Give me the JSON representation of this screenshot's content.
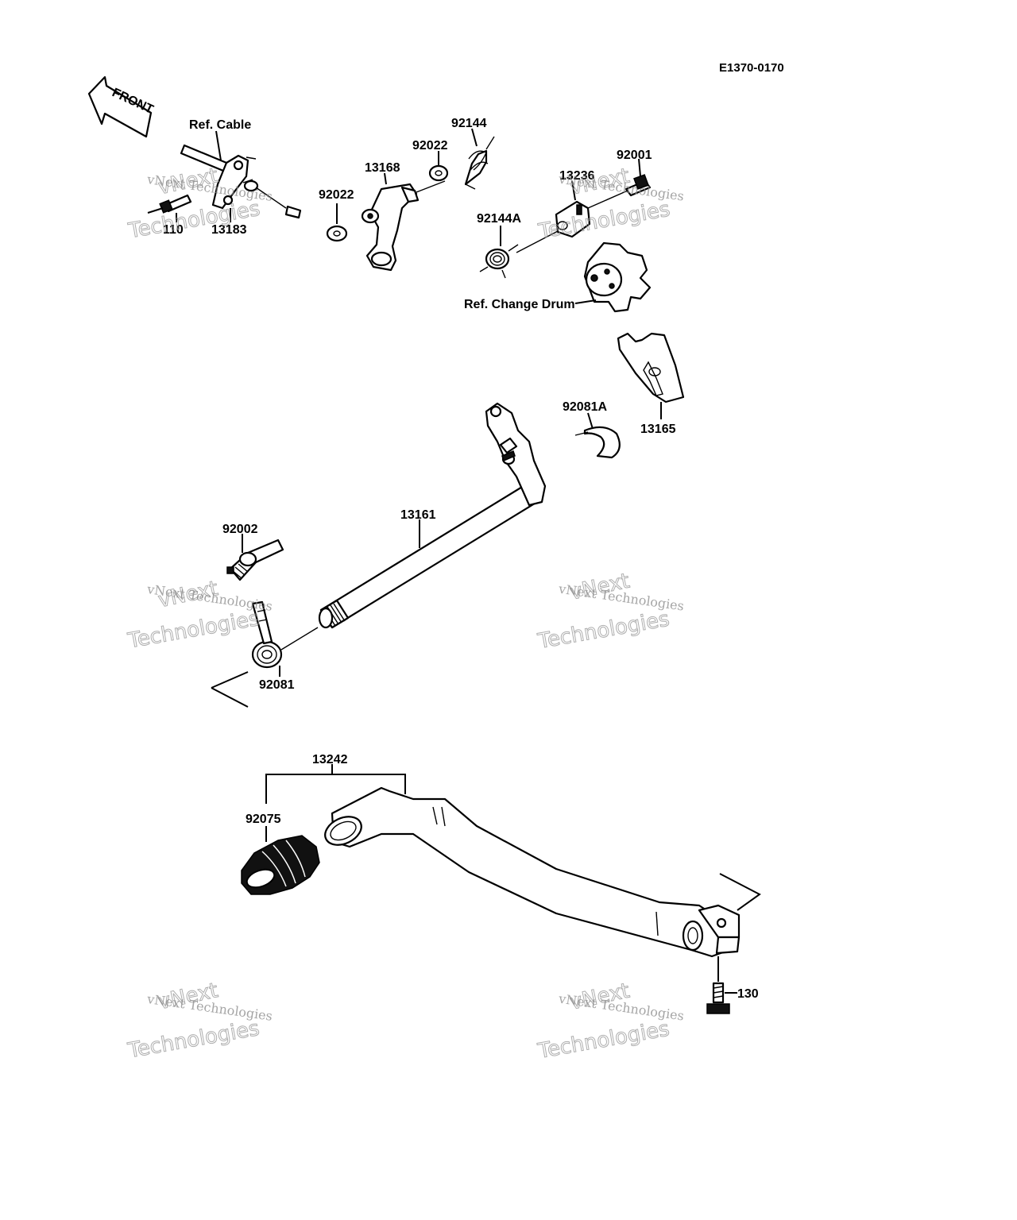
{
  "diagram_code": "E1370-0170",
  "front_label": "FRONT",
  "labels": {
    "ref_cable": "Ref. Cable",
    "p110": "110",
    "p13183": "13183",
    "p92022_a": "92022",
    "p13168": "13168",
    "p92022_b": "92022",
    "p92144": "92144",
    "p92144A": "92144A",
    "p13236": "13236",
    "p92001": "92001",
    "ref_change_drum": "Ref. Change Drum",
    "p13165": "13165",
    "p92081A": "92081A",
    "p13161": "13161",
    "p92002": "92002",
    "p92081": "92081",
    "p13242": "13242",
    "p92075": "92075",
    "p130": "130"
  },
  "watermark": {
    "line1": "vNext Technologies",
    "line2": "Technologies",
    "line3": "vNext"
  }
}
